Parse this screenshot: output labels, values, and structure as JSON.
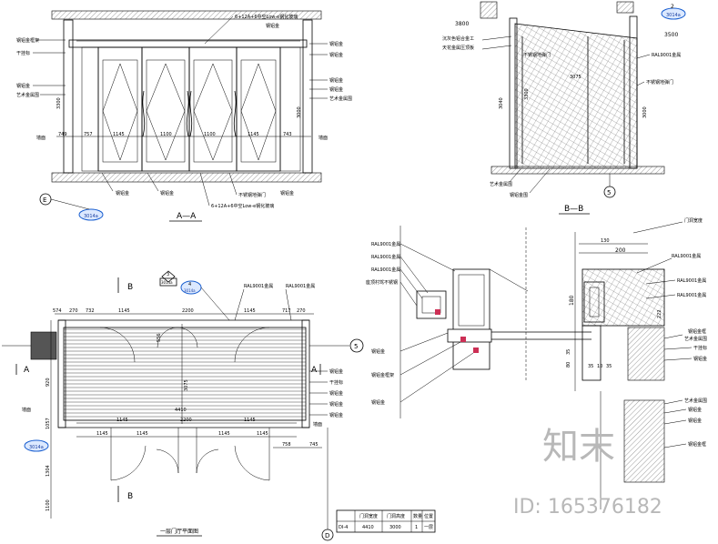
{
  "section_aa": {
    "title": "A—A",
    "dims": [
      "749",
      "757",
      "1145",
      "1100",
      "1100",
      "1145",
      "743"
    ],
    "left_heights": [
      "3300",
      "3000"
    ],
    "wall_left": "墙面",
    "wall_right": "墙面",
    "bottom_callouts": [
      "钢铝金",
      "钢铝金",
      "不锈钢地弹门",
      "钢铝金"
    ],
    "glass_note_top": "6+12A+6中空Low-e钢化玻璃",
    "glass_note_bottom": "6+12A+6中空Low-e钢化玻璃",
    "left_labels": [
      "钢铝金框架",
      "干挂标",
      "钢铝金",
      "艺术金属围"
    ],
    "right_labels": [
      "钢铝金",
      "钢铝金",
      "钢铝金",
      "钢铝金",
      "艺术金属围"
    ],
    "grid_e": "E",
    "tag": "3014a"
  },
  "section_bb": {
    "title": "B—B",
    "elev_top": "3800",
    "elev_right": "3500",
    "heights": [
      "3300",
      "3075",
      "3040",
      "3000"
    ],
    "labels_left": [
      "沉灰色铝合金工",
      "天花金属压顶板",
      "不锈钢地弹门"
    ],
    "labels_right": [
      "RAL9001金属",
      "不锈钢地弹门"
    ],
    "labels_bottom": [
      "艺术金属围",
      "钢铝金围"
    ],
    "grid": "5",
    "tag_num": "2",
    "tag": "3014a"
  },
  "plan": {
    "title": "一层门厅平面图",
    "marker_b": "B",
    "marker_a": "A",
    "top_dims": [
      "574",
      "270",
      "732",
      "1145",
      "2200",
      "1145",
      "717",
      "270"
    ],
    "inner_dims": [
      "1145",
      "2200",
      "1145"
    ],
    "bottom_dims": [
      "1145",
      "1145",
      "1145",
      "1145"
    ],
    "right_dims": [
      "758",
      "745"
    ],
    "left_dims": [
      "920",
      "1057",
      "1304",
      "1100"
    ],
    "center_dims": [
      "3075",
      "4410",
      "556"
    ],
    "labels_top": [
      "RAL9001金属",
      "RAL9001金属"
    ],
    "labels_right": [
      "钢铝金",
      "干挂标",
      "钢铝金",
      "钢铝金",
      "钢铝金"
    ],
    "wall_left": "墙面",
    "wall_right": "墙面",
    "grid_5": "5",
    "grid_d": "D",
    "tag_left": "3014a",
    "tag_top_num": "4",
    "tag_top": "3014a",
    "tag_mid_num": "3",
    "tag_mid": "3014a"
  },
  "schedule": {
    "headers": [
      "",
      "门洞宽度",
      "门洞高度",
      "数量",
      "位置"
    ],
    "row": [
      "DI-4",
      "4410",
      "3000",
      "1",
      "一层"
    ]
  },
  "detail_left": {
    "labels": [
      "RAL9001金属",
      "RAL9001金属",
      "RAL9001金属",
      "座顶村驾不锈钢",
      "钢铝金",
      "钢铝金框架",
      "钢铝金"
    ]
  },
  "detail_right": {
    "title": "门洞宽度",
    "dims": [
      "130",
      "200",
      "180",
      "222",
      "35",
      "80",
      "35",
      "10",
      "35"
    ],
    "labels": [
      "RAL9001金属",
      "RAL9001金属",
      "RAL9001金属",
      "钢铝金框",
      "艺术金属围",
      "干挂标",
      "钢铝金",
      "艺术金属围",
      "钢铝金",
      "钢铝金",
      "钢铝金框"
    ]
  },
  "watermark": {
    "logo": "知末",
    "id": "ID: 165376182"
  }
}
